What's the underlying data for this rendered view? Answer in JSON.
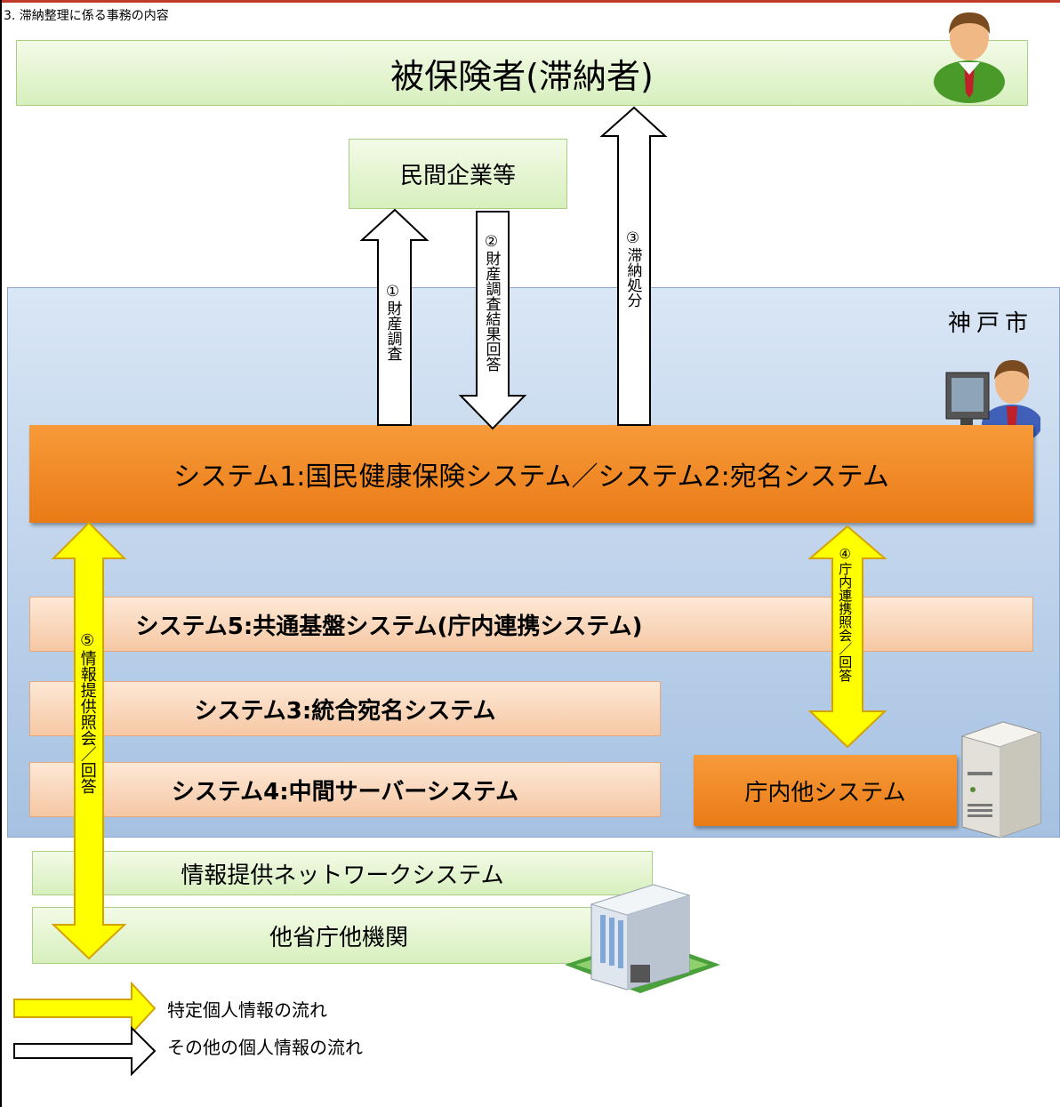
{
  "header": {
    "title": "3. 滞納整理に係る事務の内容"
  },
  "insured": {
    "label": "被保険者(滞納者)"
  },
  "private_companies": {
    "label": "民間企業等"
  },
  "kobe_city": {
    "label": "神戸市"
  },
  "system1": {
    "label": "システム1:国民健康保険システム／システム2:宛名システム"
  },
  "system5": {
    "label": "システム5:共通基盤システム(庁内連携システム)"
  },
  "system3": {
    "label": "システム3:統合宛名システム"
  },
  "system4": {
    "label": "システム4:中間サーバーシステム"
  },
  "other_internal": {
    "label": "庁内他システム"
  },
  "info_network": {
    "label": "情報提供ネットワークシステム"
  },
  "other_agencies": {
    "label": "他省庁他機関"
  },
  "flows": {
    "f1": "①財産調査",
    "f2": "②財産調査結果回答",
    "f3": "③滞納処分",
    "f4": "④庁内連携照会／回答",
    "f5": "⑤情報提供照会／回答"
  },
  "legend": {
    "specific": "特定個人情報の流れ",
    "other": "その他の個人情報の流れ"
  },
  "colors": {
    "specific_flow": "#ffff00",
    "other_flow": "#ffffff",
    "system_orange": "#f08a24"
  },
  "icons": [
    "person-icon",
    "operator-computer-icon",
    "server-icon",
    "building-icon"
  ]
}
